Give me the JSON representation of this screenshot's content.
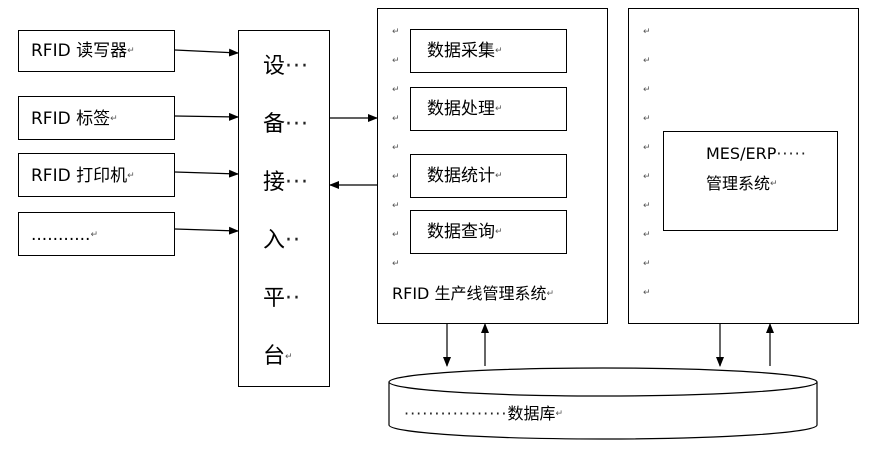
{
  "devices": [
    {
      "label": "RFID 读写器"
    },
    {
      "label": "RFID 标签"
    },
    {
      "label": "RFID 打印机"
    },
    {
      "label": "..........."
    }
  ],
  "platform": {
    "chars": [
      "设",
      "备",
      "接",
      "入",
      "平",
      "台"
    ],
    "trail": [
      "···",
      "···",
      "···",
      "··",
      "··",
      ""
    ]
  },
  "rfid_system": {
    "modules": [
      "数据采集",
      "数据处理",
      "数据统计",
      "数据查询"
    ],
    "title": "RFID 生产线管理系统"
  },
  "mes": {
    "line1": "MES/ERP",
    "line1_dots": "·····",
    "line2": "管理系统"
  },
  "database": {
    "dots": "·················",
    "label": "数据库"
  },
  "para_mark": "↵"
}
